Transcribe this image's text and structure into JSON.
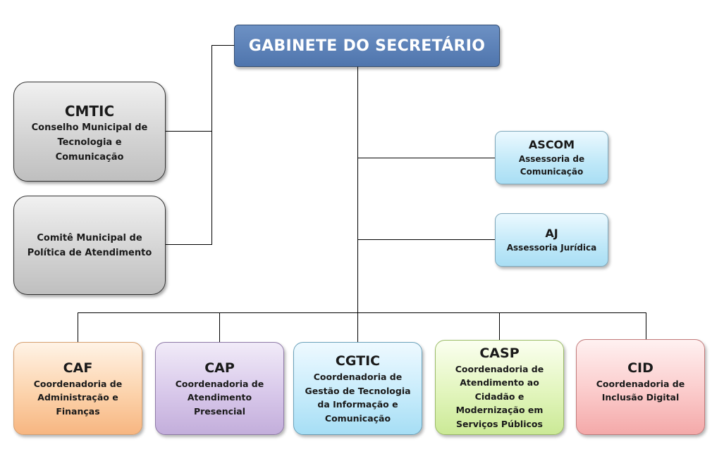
{
  "top": {
    "title": "GABINETE DO SECRETÁRIO"
  },
  "left_boxes": [
    {
      "abbr": "CMTIC",
      "desc": "Conselho Municipal de Tecnologia e Comunicação"
    },
    {
      "abbr": "",
      "desc": "Comitê Municipal de Política de Atendimento"
    }
  ],
  "right_boxes": [
    {
      "abbr": "ASCOM",
      "desc": "Assessoria de Comunicação"
    },
    {
      "abbr": "AJ",
      "desc": "Assessoria Jurídica"
    }
  ],
  "bottom_boxes": [
    {
      "abbr": "CAF",
      "desc": "Coordenadoria de Administração e Finanças",
      "color": "#f7b681"
    },
    {
      "abbr": "CAP",
      "desc": "Coordenadoria de Atendimento Presencial",
      "color": "#c3aedb"
    },
    {
      "abbr": "CGTIC",
      "desc": "Coordenadoria de Gestão de Tecnologia da Informação e Comunicação",
      "color": "#a6def5"
    },
    {
      "abbr": "CASP",
      "desc": "Coordenadoria de Atendimento ao Cidadão e Modernização em Serviços Públicos",
      "color": "#cbe996"
    },
    {
      "abbr": "CID",
      "desc": "Coordenadoria de Inclusão Digital",
      "color": "#f4a9a9"
    }
  ]
}
